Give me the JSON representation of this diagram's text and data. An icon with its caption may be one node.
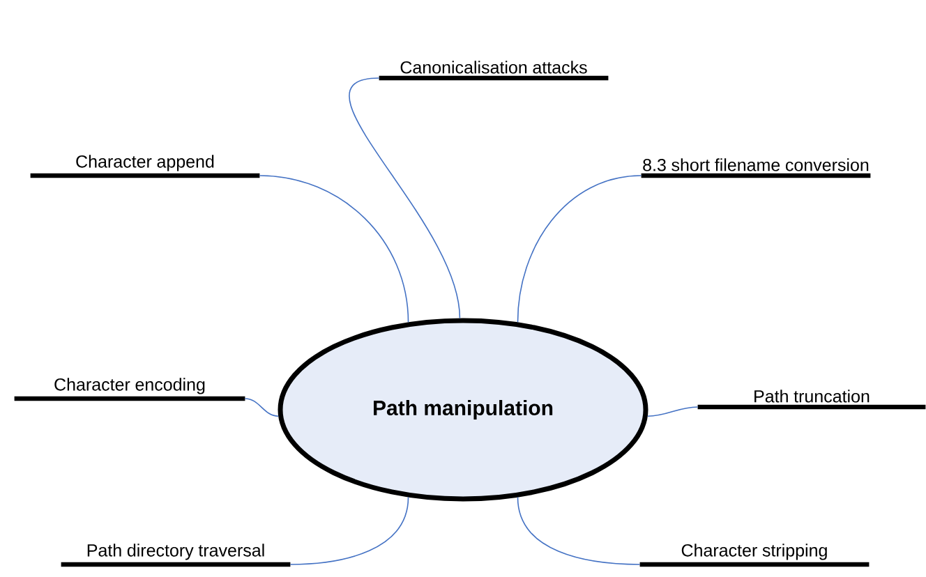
{
  "diagram": {
    "nodes": [
      {
        "text": [
          "Path manipulation"
        ]
      },
      {
        "text": [
          "Canonicalisation attacks"
        ]
      },
      {
        "text": [
          "Character append"
        ]
      },
      {
        "text": [
          "8.3 short filename conversion"
        ]
      },
      {
        "text": [
          "Character encoding"
        ]
      },
      {
        "text": [
          "Path truncation"
        ]
      },
      {
        "text": [
          "Path directory traversal"
        ]
      },
      {
        "text": [
          "Character stripping"
        ]
      }
    ],
    "edges": [
      {
        "from": 0,
        "to": 1,
        "arrow": "none"
      },
      {
        "from": 0,
        "to": 2,
        "arrow": "none"
      },
      {
        "from": 0,
        "to": 3,
        "arrow": "none"
      },
      {
        "from": 0,
        "to": 4,
        "arrow": "none"
      },
      {
        "from": 0,
        "to": 5,
        "arrow": "none"
      },
      {
        "from": 0,
        "to": 6,
        "arrow": "none"
      },
      {
        "from": 0,
        "to": 7,
        "arrow": "none"
      }
    ]
  }
}
